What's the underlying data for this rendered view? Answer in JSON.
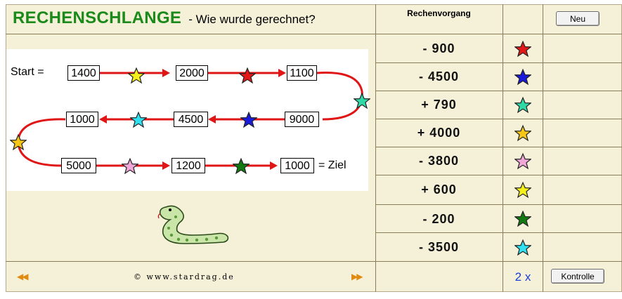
{
  "header": {
    "title": "RECHENSCHLANGE",
    "subtitle": "- Wie wurde gerechnet?",
    "column_header": "Rechenvorgang",
    "new_button": "Neu"
  },
  "puzzle": {
    "start_label": "Start =",
    "goal_label": "= Ziel",
    "row1": [
      "1400",
      "2000",
      "1100"
    ],
    "row2": [
      "1000",
      "4500",
      "9000"
    ],
    "row3": [
      "5000",
      "1200",
      "1000"
    ],
    "colors": {
      "red": "#e31818",
      "blue": "#1a1adb",
      "teal": "#2fd9a6",
      "gold": "#f5c518",
      "pink": "#f0a8d8",
      "yellow": "#f5ef1a",
      "green": "#137a13",
      "cyan": "#2fe0f0"
    }
  },
  "operations": [
    {
      "label": "- 900",
      "star": "red-star"
    },
    {
      "label": "- 4500",
      "star": "blue-star"
    },
    {
      "label": "+ 790",
      "star": "teal-star"
    },
    {
      "label": "+ 4000",
      "star": "gold-star"
    },
    {
      "label": "- 3800",
      "star": "pink-star"
    },
    {
      "label": "+ 600",
      "star": "yellow-star"
    },
    {
      "label": "- 200",
      "star": "green-star"
    },
    {
      "label": "- 3500",
      "star": "cyan-star"
    }
  ],
  "footer": {
    "copyright": "©   www.stardrag.de",
    "prev_icon": "◀◀",
    "next_icon": "▶▶",
    "attempts": "2 x",
    "check_button": "Kontrolle"
  }
}
